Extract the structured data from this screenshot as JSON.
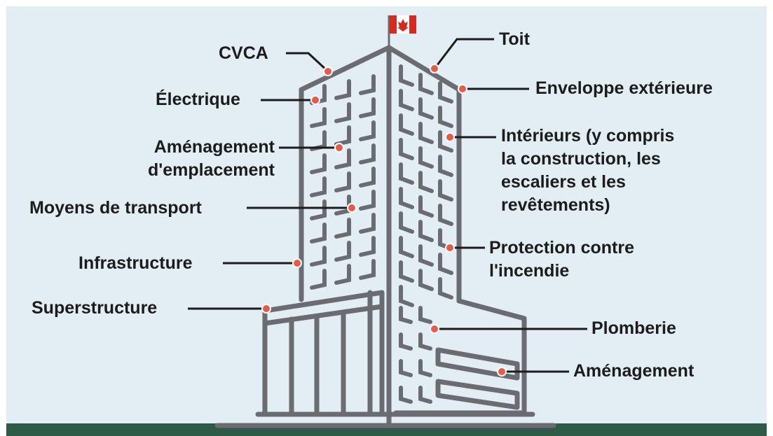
{
  "colors": {
    "background": "#e3edf4",
    "building": "#6a6c71",
    "dot": "#e85a46",
    "leader": "#1c1c1c",
    "ground_bar": "#2e5a48",
    "flag_red": "#d52b1e"
  },
  "icons": [
    "canadian-flag-icon",
    "building-illustration"
  ],
  "labels": {
    "cvca": "CVCA",
    "electrique": "Électrique",
    "amenagement_emplacement": "Aménagement\nd'emplacement",
    "moyens_transport": "Moyens de transport",
    "infrastructure": "Infrastructure",
    "superstructure": "Superstructure",
    "toit": "Toit",
    "enveloppe": "Enveloppe extérieure",
    "interieurs": "Intérieurs (y compris\nla construction, les\nescaliers et les\nrevêtements)",
    "protection_incendie": "Protection contre\nl'incendie",
    "plomberie": "Plomberie",
    "amenagement": "Aménagement"
  }
}
